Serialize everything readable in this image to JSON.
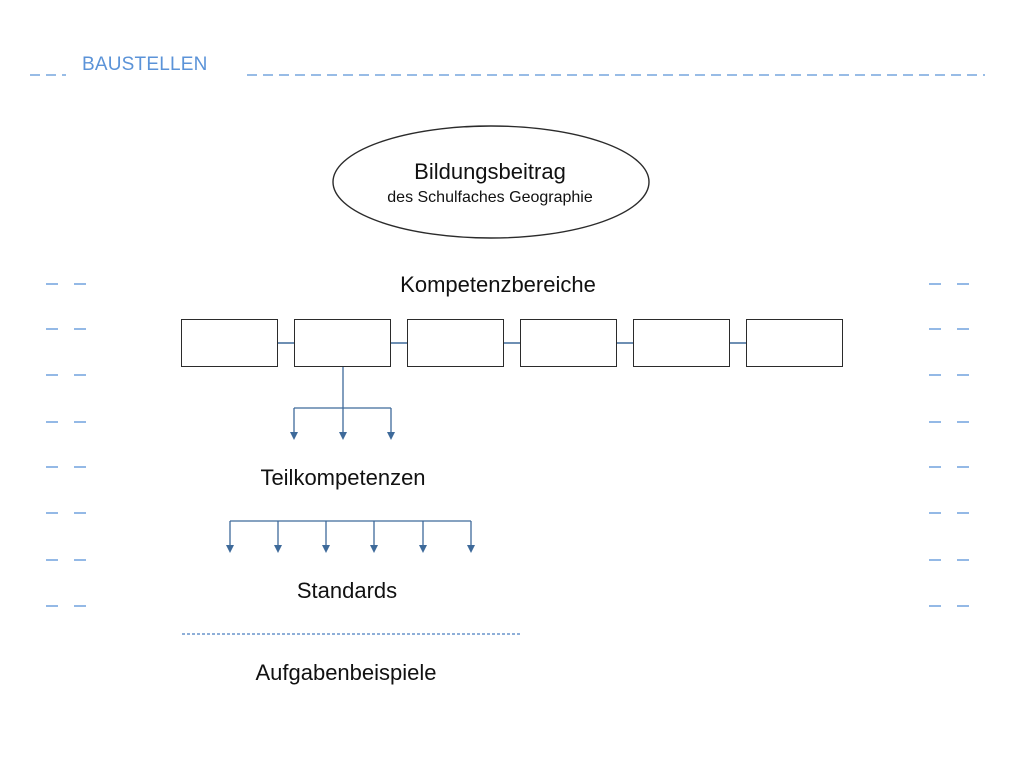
{
  "header": {
    "title": "BAUSTELLEN",
    "accent_color": "#5b93d8"
  },
  "ellipse": {
    "title": "Bildungsbeitrag",
    "subtitle": "des Schulfaches Geographie"
  },
  "levels": {
    "competence_areas": "Kompetenzbereiche",
    "sub_competences": "Teilkompetenzen",
    "standards": "Standards",
    "task_examples": "Aufgabenbeispiele"
  },
  "colors": {
    "arrow": "#3e6a9a",
    "dash": "#5b93d8",
    "separator": "#4a7fc1",
    "outline": "#2b2b2b"
  },
  "competence_box_count": 6,
  "sub_competence_arrow_count": 3,
  "standard_arrow_count": 6
}
